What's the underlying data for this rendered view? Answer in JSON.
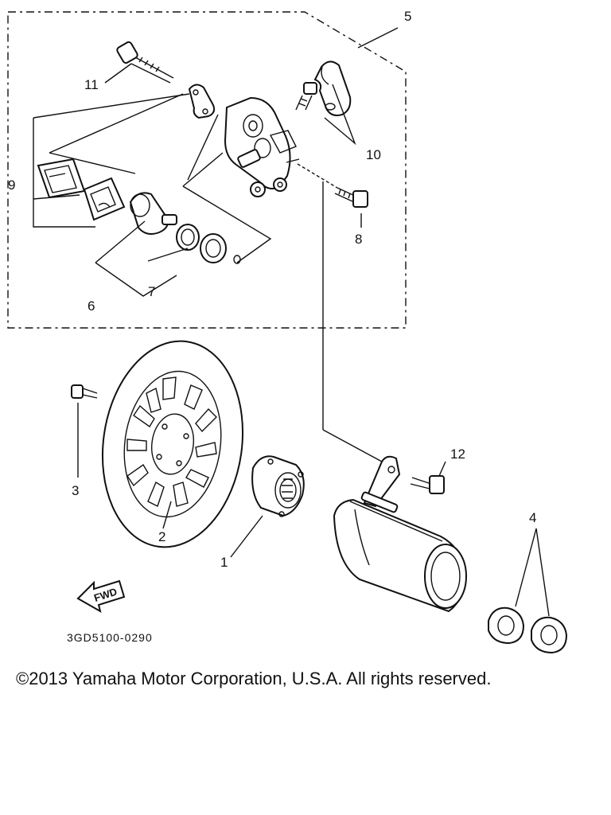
{
  "diagram": {
    "callouts": {
      "c1": "1",
      "c2": "2",
      "c3": "3",
      "c4": "4",
      "c5": "5",
      "c6": "6",
      "c7": "7",
      "c8": "8",
      "c9": "9",
      "c10": "10",
      "c11": "11",
      "c12": "12"
    },
    "fwd_label": "FWD",
    "drawing_code": "3GD5100-0290"
  },
  "footer": {
    "copyright": "©2013 Yamaha Motor Corporation, U.S.A. All rights reserved."
  }
}
